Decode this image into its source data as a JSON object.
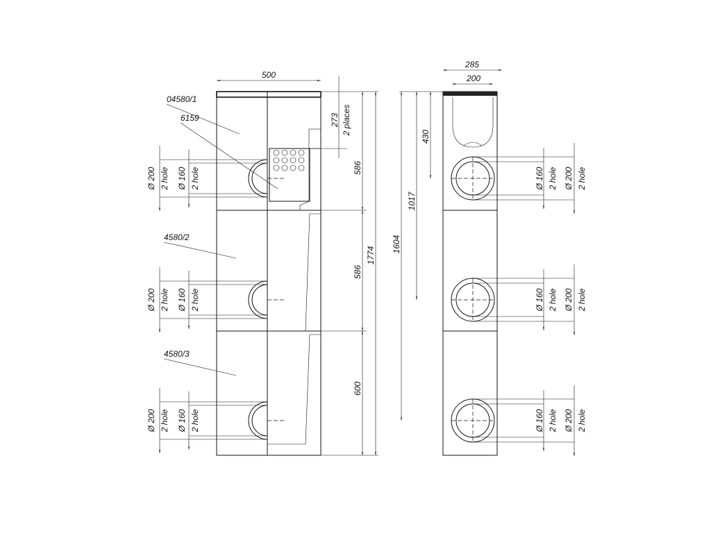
{
  "front_view": {
    "width_dim": "500",
    "dim_273": "273",
    "dim_273_note": "2 places",
    "dims_modules": [
      "586",
      "586",
      "600"
    ],
    "total_height": "1774",
    "labels": [
      "04580/1",
      "6159",
      "4580/2",
      "4580/3"
    ],
    "holes": [
      {
        "outer": "Ø 200",
        "outer_note": "2 hole",
        "inner": "Ø 160",
        "inner_note": "2 hole"
      },
      {
        "outer": "Ø 200",
        "outer_note": "2 hole",
        "inner": "Ø 160",
        "inner_note": "2 hole"
      },
      {
        "outer": "Ø 200",
        "outer_note": "2 hole",
        "inner": "Ø 160",
        "inner_note": "2 hole"
      }
    ]
  },
  "side_view": {
    "width_dim": "285",
    "grate_dim": "200",
    "dim_430": "430",
    "dim_1017": "1017",
    "dim_1604": "1604",
    "holes": [
      {
        "inner": "Ø 160",
        "inner_note": "2 hole",
        "outer": "Ø 200",
        "outer_note": "2 hole"
      },
      {
        "inner": "Ø 160",
        "inner_note": "2 hole",
        "outer": "Ø 200",
        "outer_note": "2 hole"
      },
      {
        "inner": "Ø 160",
        "inner_note": "2 hole",
        "outer": "Ø 200",
        "outer_note": "2 hole"
      }
    ]
  }
}
